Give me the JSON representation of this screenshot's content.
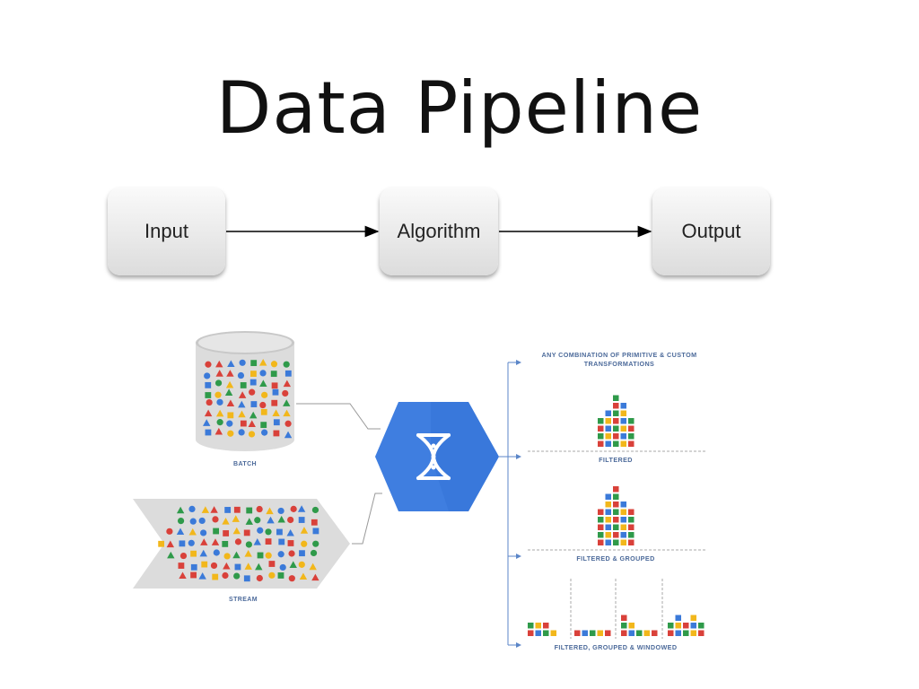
{
  "title": "Data Pipeline",
  "flow": {
    "steps": [
      "Input",
      "Algorithm",
      "Output"
    ]
  },
  "diagram": {
    "sources": {
      "batch_label": "BATCH",
      "stream_label": "STREAM"
    },
    "transform_header": "ANY COMBINATION OF PRIMITIVE & CUSTOM TRANSFORMATIONS",
    "outputs": [
      {
        "label": "FILTERED"
      },
      {
        "label": "FILTERED & GROUPED"
      },
      {
        "label": "FILTERED, GROUPED & WINDOWED"
      }
    ]
  },
  "colors": {
    "red": "#d9413a",
    "blue": "#3b7ad9",
    "green": "#2f9a4a",
    "yellow": "#f2b71b",
    "engine": "#3f7ee0"
  }
}
